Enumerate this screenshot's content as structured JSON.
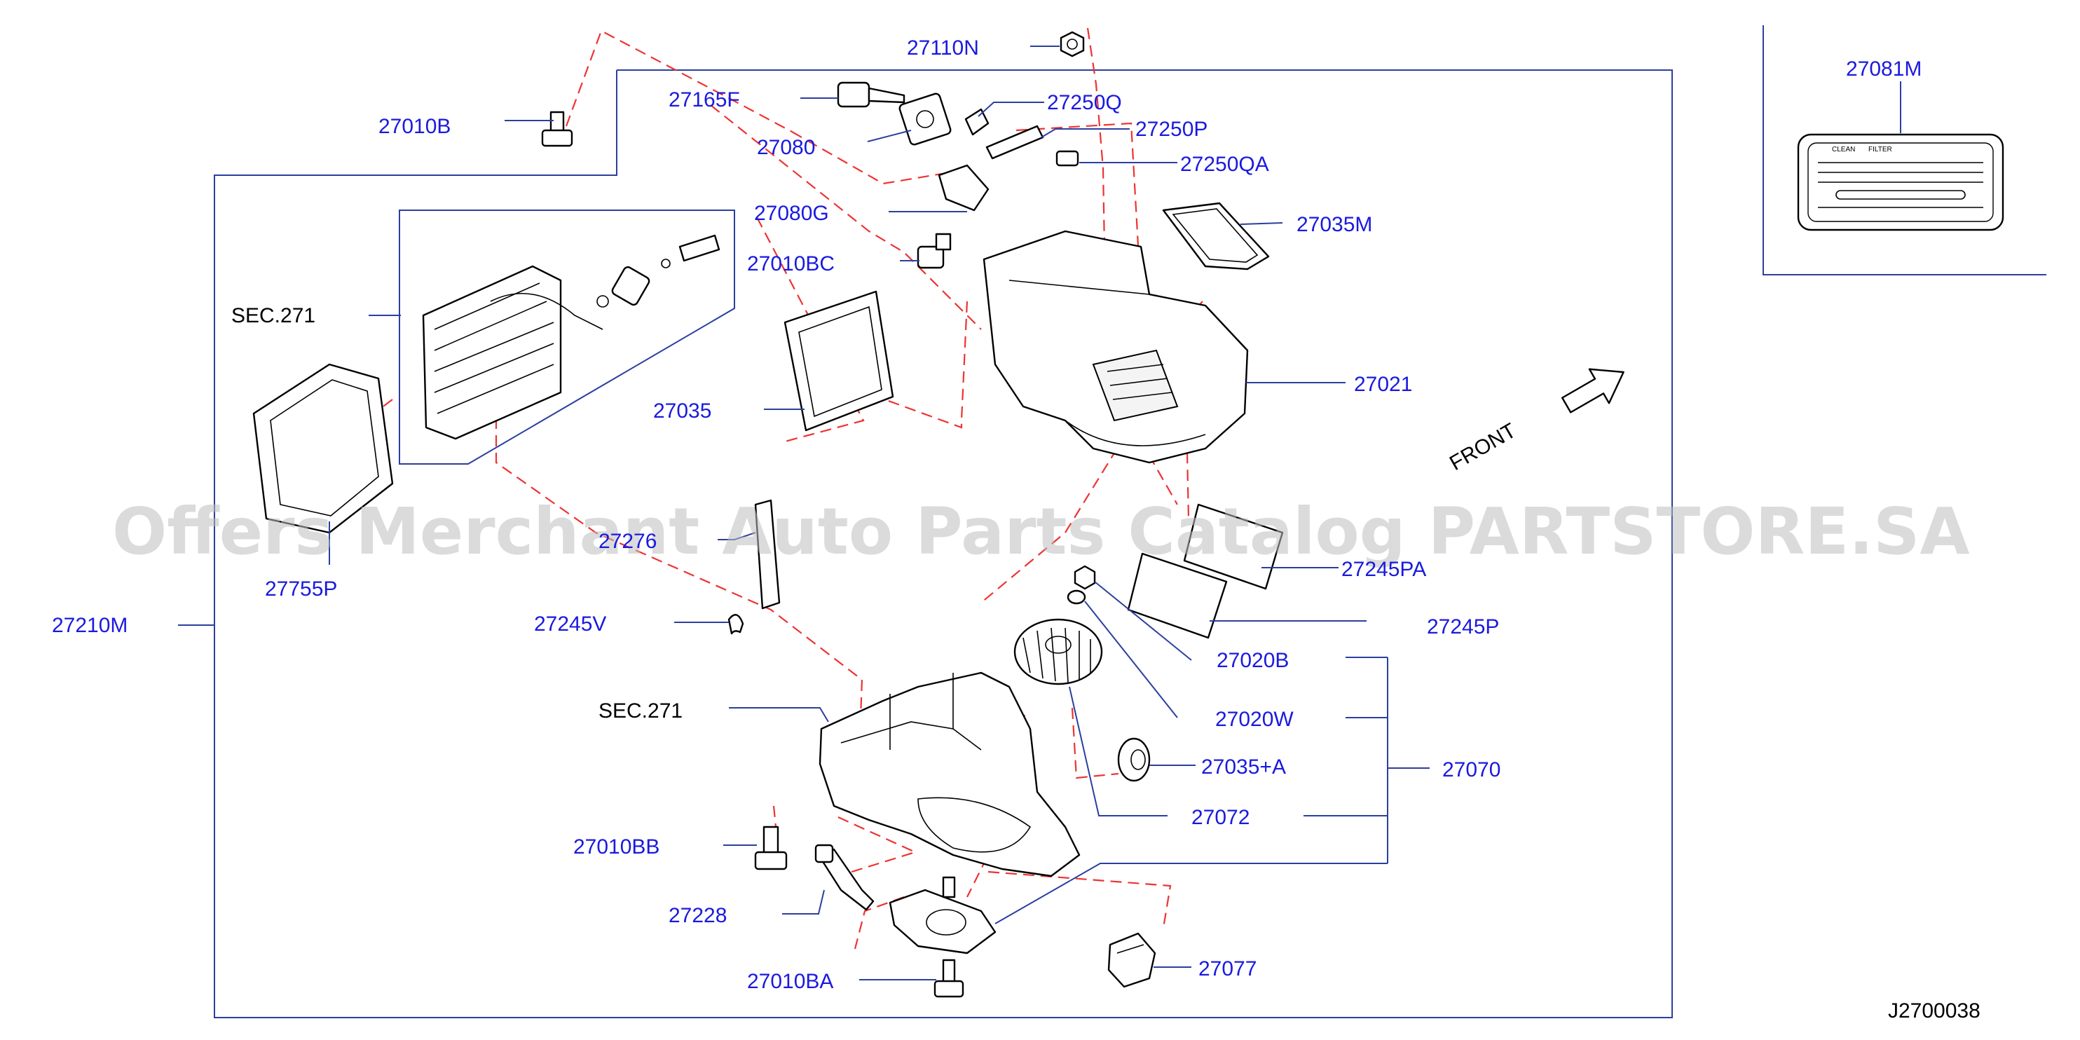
{
  "watermark": "Offers Merchant Auto Parts Catalog PARTSTORE.SA",
  "diagram_id": "J2700038",
  "front_label": "FRONT",
  "labels": {
    "p27110N": "27110N",
    "p27010B": "27010B",
    "p27165F": "27165F",
    "p27080": "27080",
    "p27250Q": "27250Q",
    "p27250P": "27250P",
    "p27250QA": "27250QA",
    "p27080G": "27080G",
    "p27035M": "27035M",
    "p27010BC": "27010BC",
    "sec271_top": "SEC.271",
    "p27021": "27021",
    "p27035": "27035",
    "p27276": "27276",
    "p27755P": "27755P",
    "p27245PA": "27245PA",
    "p27210M": "27210M",
    "p27245V": "27245V",
    "p27245P": "27245P",
    "p27020B": "27020B",
    "sec271_bottom": "SEC.271",
    "p27020W": "27020W",
    "p27035A": "27035+A",
    "p27070": "27070",
    "p27072": "27072",
    "p27010BB": "27010BB",
    "p27228": "27228",
    "p27010BA": "27010BA",
    "p27077": "27077",
    "p27081M": "27081M"
  },
  "filter_card": {
    "text_left": "CLEAN",
    "text_right": "FILTER"
  }
}
